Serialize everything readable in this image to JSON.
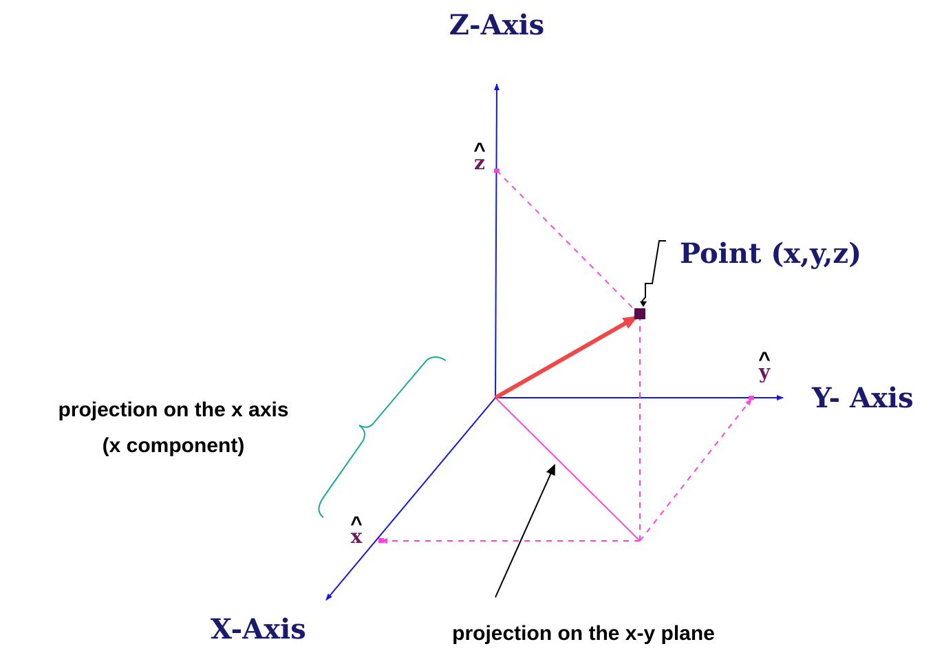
{
  "labels": {
    "z_axis": "Z-Axis",
    "y_axis": "Y- Axis",
    "x_axis": "X-Axis",
    "point": "Point (x,y,z)",
    "z_unit": "z",
    "y_unit": "y",
    "x_unit": "x",
    "hat": "^",
    "x_projection_line1": "projection on the x axis",
    "x_projection_line2": "(x component)",
    "xy_projection": "projection on the x-y plane"
  },
  "colors": {
    "axis": "#1515e8",
    "axis_title": "#1a1a6e",
    "projection": "#ff44dd",
    "vector": "#f04848",
    "point": "#5a0a4a",
    "unit_label": "#6b1a5e",
    "brace": "#1aa89a",
    "pointer": "#000000"
  }
}
